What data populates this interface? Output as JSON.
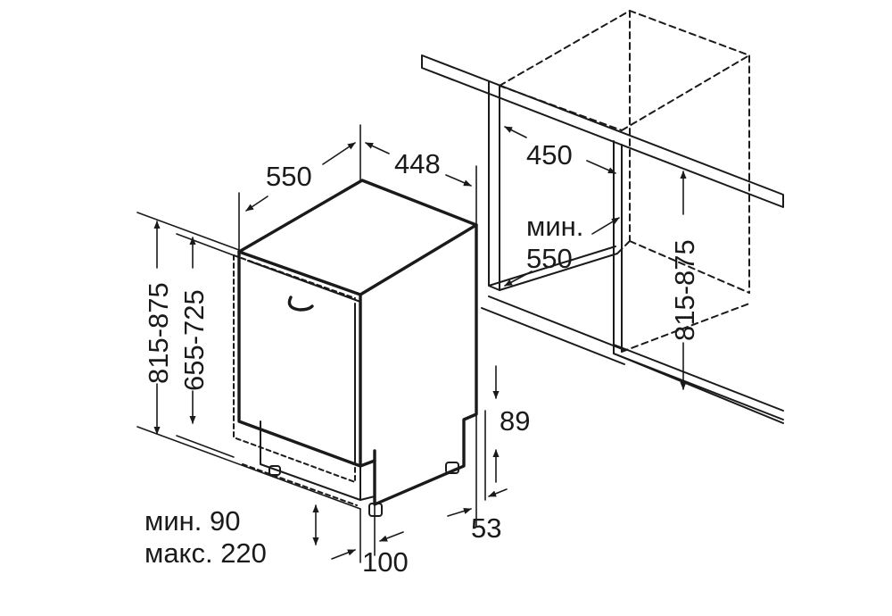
{
  "labels": {
    "depth": "550",
    "width": "448",
    "niche_width": "450",
    "niche_depth_prefix": "мин.",
    "niche_depth": "550",
    "niche_height": "815-875",
    "height": "815-875",
    "door_height": "655-725",
    "plinth_height": "89",
    "plinth_recess": "53",
    "door_gap": "100",
    "plinth_min": "мин. 90",
    "plinth_max": "макс. 220"
  },
  "colors": {
    "line": "#1a1a1a",
    "background": "#ffffff"
  }
}
